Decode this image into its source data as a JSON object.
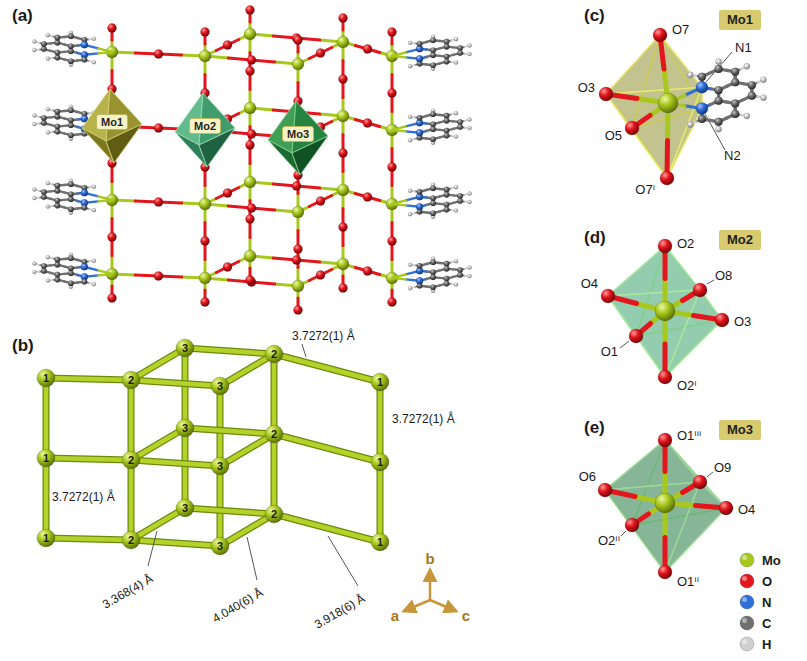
{
  "diagram": {
    "nodes": [
      {
        "text": [
          "Mo1"
        ]
      },
      {
        "text": [
          "Mo2"
        ]
      },
      {
        "text": [
          "Mo3"
        ]
      },
      {
        "text": [
          "Mo1"
        ]
      },
      {
        "text": [
          "Mo2"
        ]
      },
      {
        "text": [
          "Mo3"
        ]
      }
    ],
    "labels": [
      "(a)",
      "(b)",
      "(c)",
      "(d)",
      "(e)",
      "1",
      "2",
      "3",
      "3",
      "2",
      "1",
      "1",
      "2",
      "3",
      "3",
      "2",
      "1",
      "1",
      "2",
      "3",
      "3",
      "2",
      "1",
      "3.7272(1) Å",
      "3.7272(1) Å",
      "3.7272(1) Å",
      "3.368(4) Å",
      "4.040(6) Å",
      "3.918(6) Å",
      "a",
      "b",
      "c",
      "O7",
      "O3",
      "O5",
      "O7ⁱ",
      "N1",
      "N2",
      "O2",
      "O4",
      "O8",
      "O3",
      "O1",
      "O2ⁱ",
      "O1ⁱⁱⁱ",
      "O6",
      "O9",
      "O4",
      "O2ⁱⁱ",
      "O1ⁱⁱ"
    ],
    "legend": [
      {
        "text": "Mo",
        "color": "#a8c81e"
      },
      {
        "text": "O",
        "color": "#e3161e"
      },
      {
        "text": "N",
        "color": "#2f6fd8"
      },
      {
        "text": "C",
        "color": "#707070"
      },
      {
        "text": "H",
        "color": "#d0d0d0"
      }
    ]
  }
}
